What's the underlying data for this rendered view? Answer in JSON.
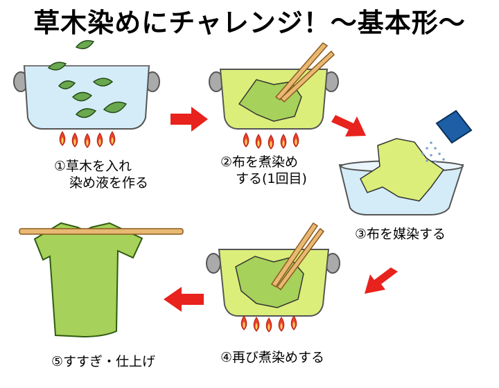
{
  "title": "草木染めにチャレンジ！〜基本形〜",
  "steps": [
    {
      "num": "①",
      "line1": "草木を入れ",
      "line2": "染め液を作る"
    },
    {
      "num": "②",
      "line1": "布を煮染め",
      "line2": "する(1回目)"
    },
    {
      "num": "③",
      "line1": "布を媒染する"
    },
    {
      "num": "④",
      "line1": "再び煮染めする"
    },
    {
      "num": "⑤",
      "line1": "すすぎ・仕上げ"
    }
  ],
  "colors": {
    "water": "#d4ecf8",
    "dye": "#dbee7a",
    "cloth": "#a6d15a",
    "arrow": "#e8221c",
    "flame": "#e8432c",
    "stick": "#e9b872",
    "mordant_box": "#1d5fa6"
  }
}
